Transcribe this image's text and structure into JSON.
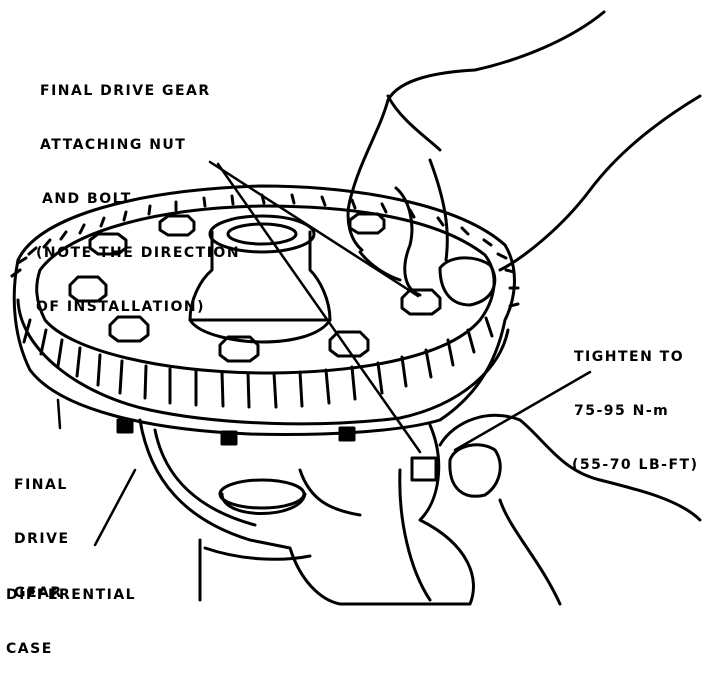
{
  "labels": {
    "attaching_nut": {
      "lines": [
        "FINAL DRIVE GEAR",
        "ATTACHING NUT",
        "AND BOLT",
        "(NOTE THE DIRECTION",
        "OF INSTALLATION)"
      ]
    },
    "tighten": {
      "lines": [
        "TIGHTEN TO",
        "75-95 N-m",
        "(55-70 LB-FT)"
      ]
    },
    "final_drive_gear": {
      "lines": [
        "FINAL",
        "DRIVE",
        "GEAR"
      ]
    },
    "differential_case": {
      "lines": [
        "DIFFERENTIAL",
        "CASE"
      ]
    }
  },
  "colors": {
    "ink": "#000000",
    "paper": "#ffffff"
  }
}
